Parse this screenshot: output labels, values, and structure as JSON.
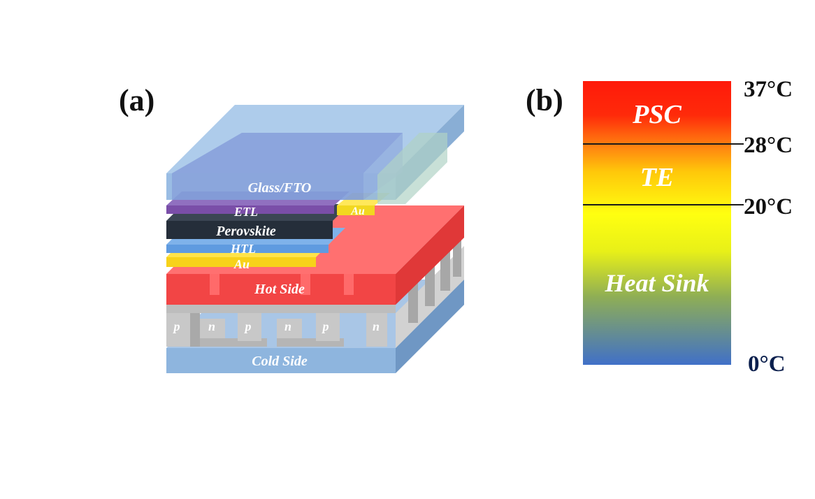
{
  "panel_a": {
    "label": "(a)",
    "layers": {
      "glass_fto": "Glass/FTO",
      "etl": "ETL",
      "perovskite": "Perovskite",
      "htl": "HTL",
      "au_bottom": "Au",
      "au_top": "Au",
      "hot_side": "Hot Side",
      "cold_side": "Cold Side"
    },
    "legs": [
      "p",
      "n",
      "p",
      "n",
      "p",
      "n"
    ]
  },
  "panel_b": {
    "label": "(b)",
    "zones": {
      "psc": "PSC",
      "te": "TE",
      "heat_sink": "Heat Sink"
    },
    "temperatures": {
      "t37": "37°C",
      "t28": "28°C",
      "t20": "20°C",
      "t0": "0°C"
    },
    "colors": {
      "top": "#ff1a0a",
      "orange": "#ff8a10",
      "yellow": "#ffff10",
      "olive": "#8fae55",
      "bottom": "#4070c8"
    }
  }
}
